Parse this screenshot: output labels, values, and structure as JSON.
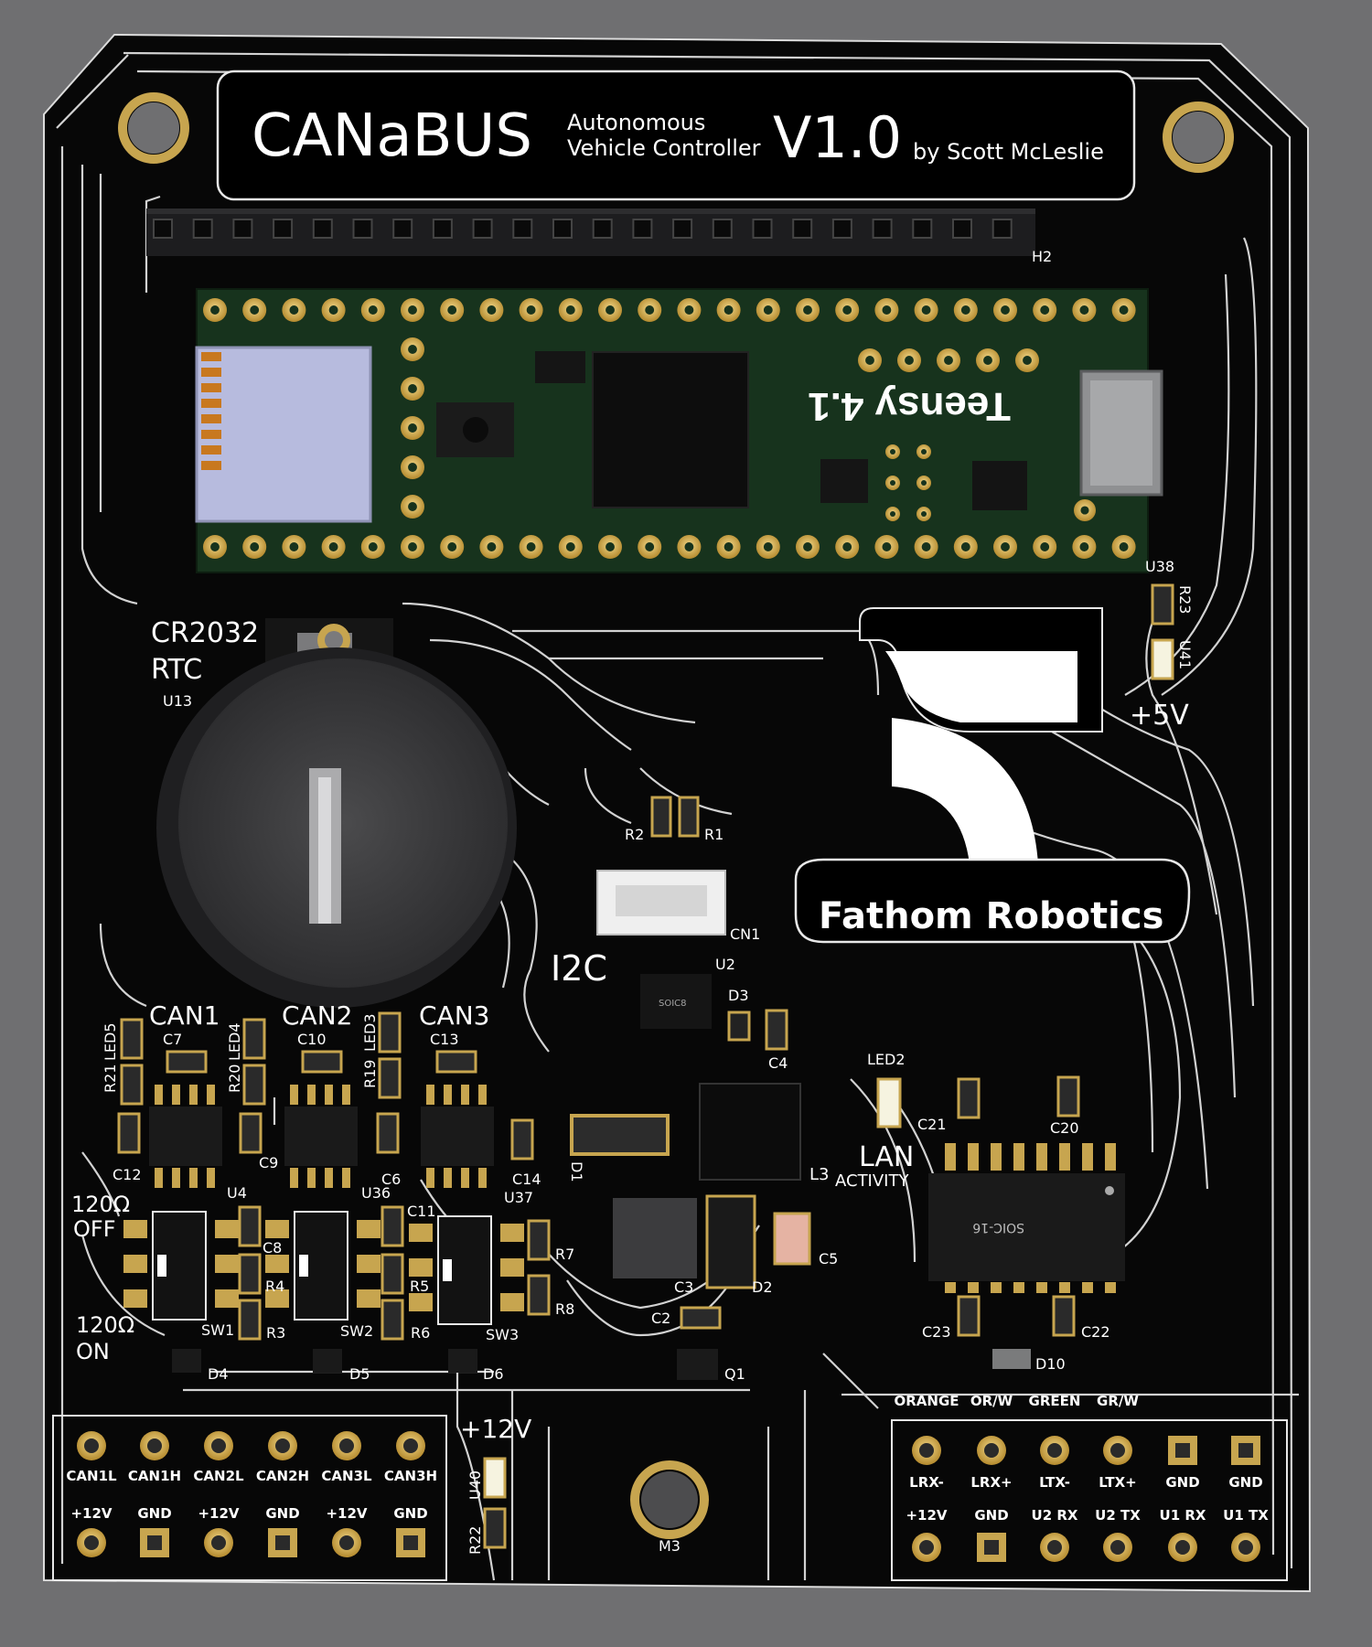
{
  "title": {
    "name": "CANaBUS",
    "sub1": "Autonomous",
    "sub2": "Vehicle Controller",
    "version": "V1.0",
    "author": "by Scott McLeslie"
  },
  "brand": "Fathom Robotics",
  "teensy_label": "Teensy 4.1",
  "battery": {
    "line1": "CR2032",
    "line2": "RTC",
    "ref": "U13"
  },
  "labels": {
    "h2": "H2",
    "u38": "U38",
    "r23": "R23",
    "u41": "U41",
    "v5": "+5V",
    "r1": "R1",
    "r2": "R2",
    "cn1": "CN1",
    "i2c": "I2C",
    "u2": "U2",
    "d3": "D3",
    "c4": "C4",
    "d1": "D1",
    "l3": "L3",
    "c3": "C3",
    "d2": "D2",
    "c5": "C5",
    "c2": "C2",
    "q1": "Q1",
    "led2": "LED2",
    "lan": "LAN",
    "activity": "ACTIVITY",
    "c21": "C21",
    "c20": "C20",
    "c23": "C23",
    "c22": "C22",
    "d10": "D10",
    "can1": "CAN1",
    "can2": "CAN2",
    "can3": "CAN3",
    "c7": "C7",
    "c10": "C10",
    "c13": "C13",
    "led5": "LED5",
    "r21": "R21",
    "led4": "LED4",
    "r20": "R20",
    "led3": "LED3",
    "r19": "R19",
    "c12": "C12",
    "c9": "C9",
    "c6": "C6",
    "c14": "C14",
    "c11": "C11",
    "c8": "C8",
    "u4": "U4",
    "u36": "U36",
    "u37": "U37",
    "off_ohm": "120Ω",
    "off": "OFF",
    "on_ohm": "120Ω",
    "on": "ON",
    "r4": "R4",
    "r5": "R5",
    "r3": "R3",
    "r6": "R6",
    "r7": "R7",
    "r8": "R8",
    "sw1": "SW1",
    "sw2": "SW2",
    "sw3": "SW3",
    "d4": "D4",
    "d5": "D5",
    "d6": "D6",
    "v12": "+12V",
    "u40": "U40",
    "r22": "R22",
    "m3": "M3",
    "soic8": "SOIC8",
    "soic16": "SOIC-16"
  },
  "left_header": {
    "top": [
      "CAN1L",
      "CAN1H",
      "CAN2L",
      "CAN2H",
      "CAN3L",
      "CAN3H"
    ],
    "bottom": [
      "+12V",
      "GND",
      "+12V",
      "GND",
      "+12V",
      "GND"
    ]
  },
  "right_header": {
    "colors": [
      "ORANGE",
      "OR/W",
      "GREEN",
      "GR/W"
    ],
    "top": [
      "LRX-",
      "LRX+",
      "LTX-",
      "LTX+",
      "GND",
      "GND"
    ],
    "bottom": [
      "+12V",
      "GND",
      "U2  RX",
      "U2  TX",
      "U1  RX",
      "U1  TX"
    ]
  },
  "colors": {
    "pcb": "#070707",
    "silk": "#ffffff",
    "pad": "#d4b062",
    "teensy": "#17331d",
    "background": "#6f6f71"
  }
}
